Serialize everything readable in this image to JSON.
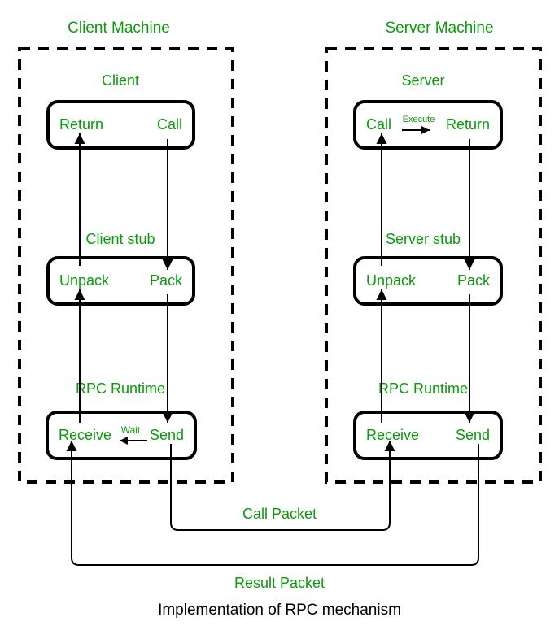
{
  "page": {
    "caption": "Implementation of RPC mechanism",
    "colors": {
      "green": "#0a9b0a",
      "line": "#000000"
    }
  },
  "client": {
    "machine_label": "Client Machine",
    "layers": [
      {
        "title": "Client",
        "left": "Return",
        "right": "Call"
      },
      {
        "title": "Client stub",
        "left": "Unpack",
        "right": "Pack"
      },
      {
        "title": "RPC Runtime",
        "left": "Receive",
        "middle": "Wait",
        "right": "Send"
      }
    ]
  },
  "server": {
    "machine_label": "Server Machine",
    "layers": [
      {
        "title": "Server",
        "left": "Call",
        "middle": "Execute",
        "right": "Return"
      },
      {
        "title": "Server stub",
        "left": "Unpack",
        "right": "Pack"
      },
      {
        "title": "RPC Runtime",
        "left": "Receive",
        "right": "Send"
      }
    ]
  },
  "packets": {
    "call": "Call Packet",
    "result": "Result Packet"
  }
}
